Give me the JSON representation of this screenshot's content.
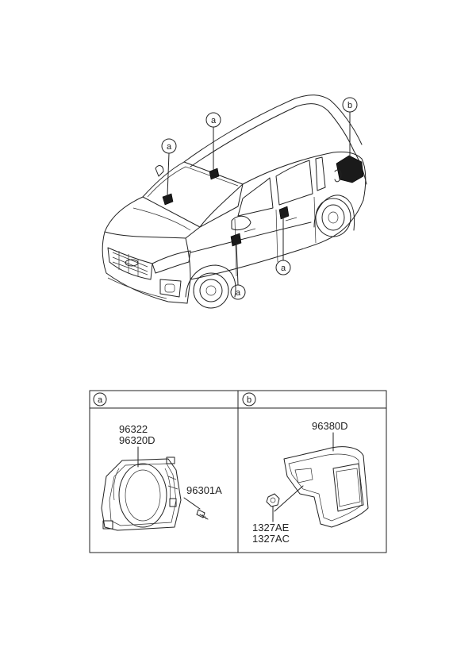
{
  "callouts": {
    "a": "a",
    "b": "b"
  },
  "panel_a": {
    "header_letter": "a",
    "part_numbers": [
      "96322",
      "96320D"
    ],
    "screw_part": "96301A"
  },
  "panel_b": {
    "header_letter": "b",
    "part_number": "96380D",
    "nut_parts": [
      "1327AE",
      "1327AC"
    ]
  }
}
